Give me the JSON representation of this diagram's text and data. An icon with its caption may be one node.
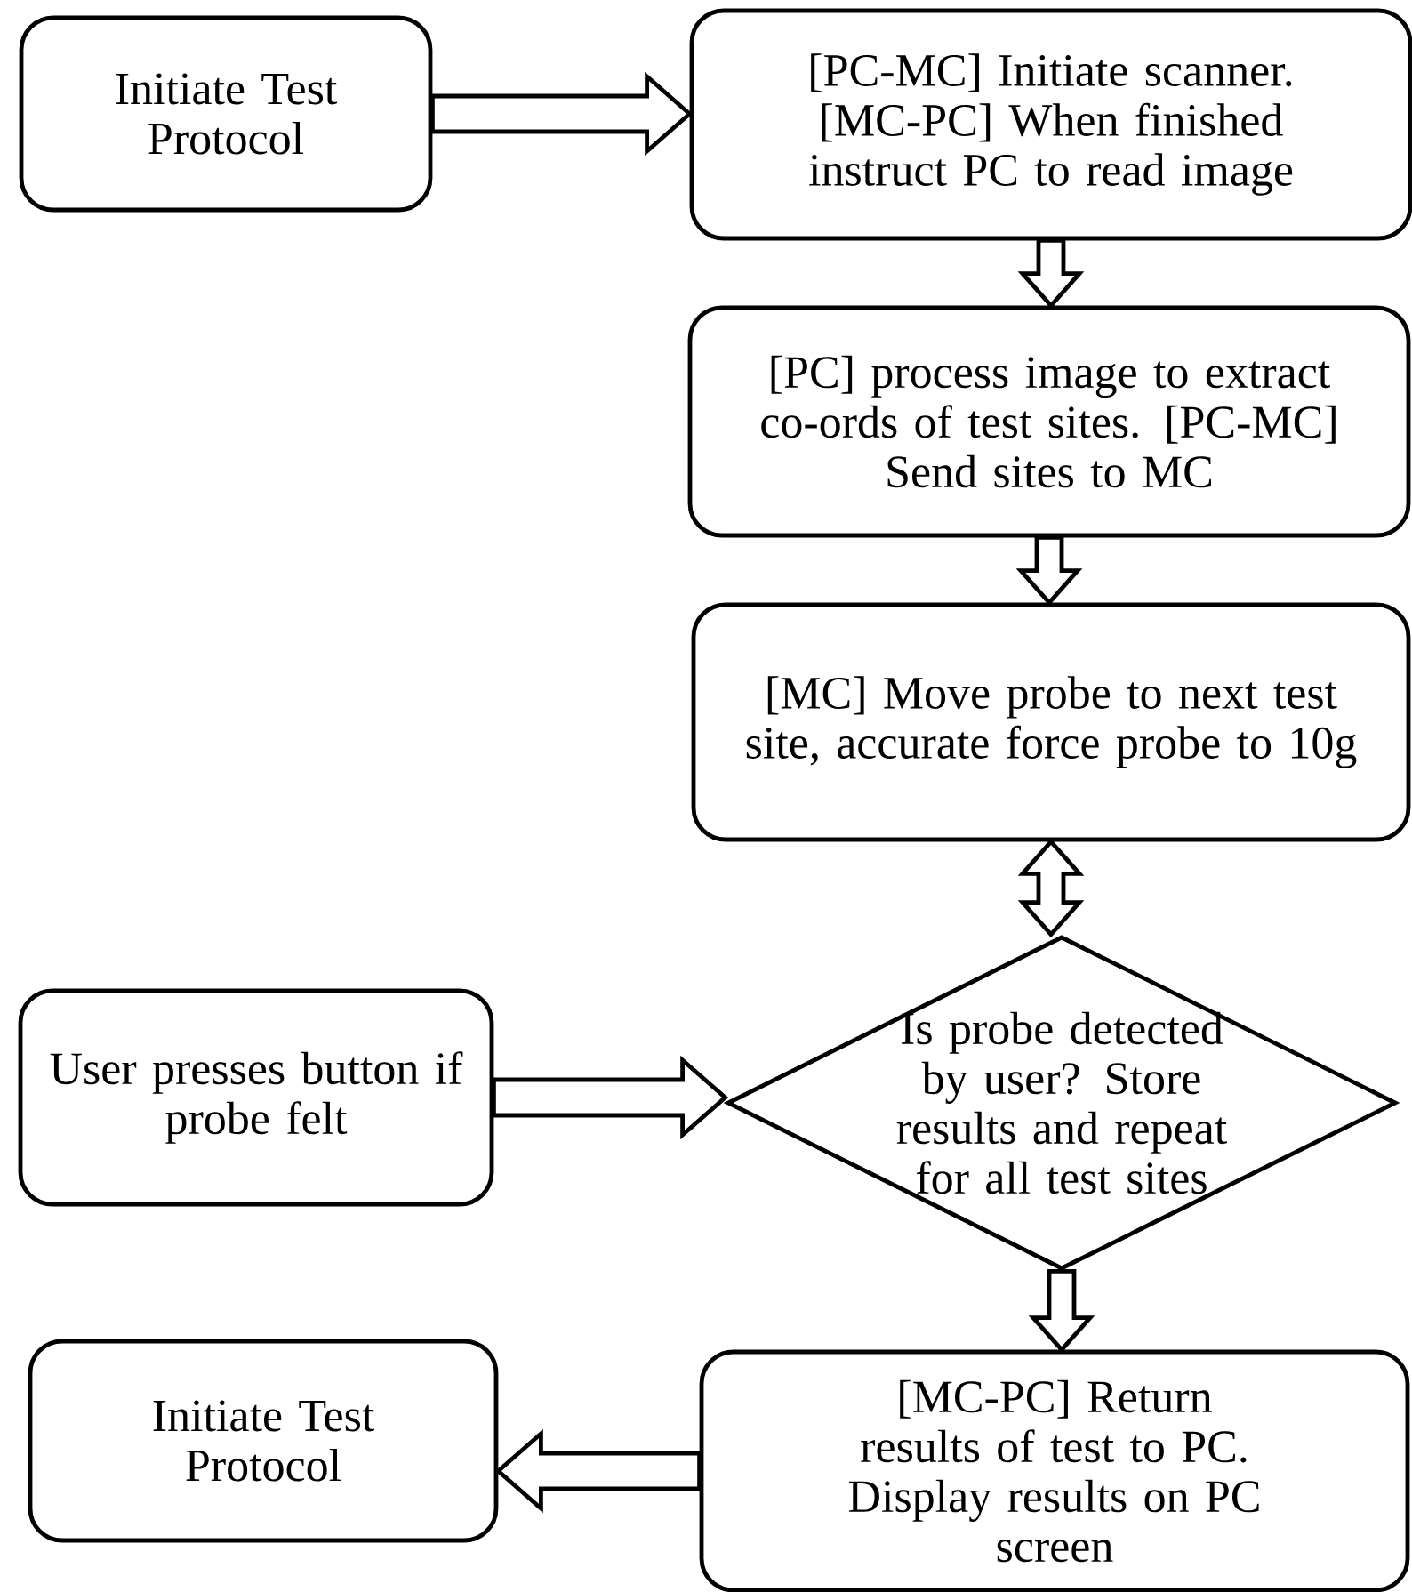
{
  "diagram": {
    "nodes": [
      {
        "text": [
          "Initiate Test Protocol"
        ]
      },
      {
        "text": [
          "[PC-MC] Initiate scanner. [MC-PC] When finished instruct PC to read image"
        ]
      },
      {
        "text": [
          "[PC] process image to extract co-ords of test sites. [PC-MC] Send sites to MC"
        ]
      },
      {
        "text": [
          "[MC] Move probe to next test site, accurate force probe to 10g"
        ]
      },
      {
        "text": [
          "Is probe detected by user? Store results and repeat for all test sites"
        ]
      },
      {
        "text": [
          "User presses button if probe felt"
        ]
      },
      {
        "text": [
          "Initiate Test Protocol"
        ]
      },
      {
        "text": [
          "[MC-PC] Return results of test to PC. Display results on PC screen"
        ]
      }
    ],
    "edges": [
      {
        "from": 0,
        "to": 1,
        "arrow": "to"
      },
      {
        "from": 1,
        "to": 2,
        "arrow": "to"
      },
      {
        "from": 2,
        "to": 3,
        "arrow": "to"
      },
      {
        "from": 3,
        "to": 4,
        "arrow": "both"
      },
      {
        "from": 5,
        "to": 4,
        "arrow": "to"
      },
      {
        "from": 4,
        "to": 7,
        "arrow": "to"
      },
      {
        "from": 7,
        "to": 6,
        "arrow": "to"
      }
    ]
  }
}
